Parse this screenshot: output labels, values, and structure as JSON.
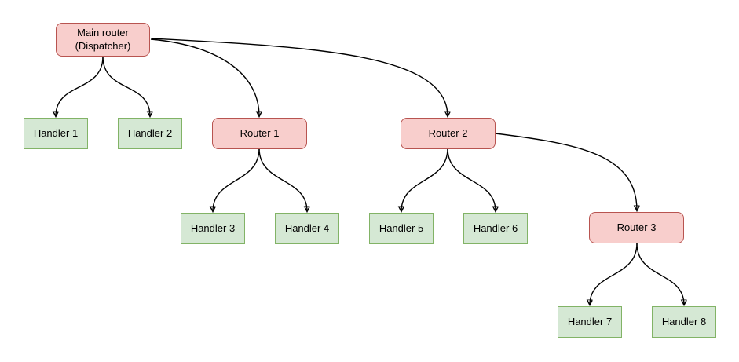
{
  "diagram": {
    "background_color": "#ffffff",
    "colors": {
      "router_fill": "#f8cecc",
      "router_border": "#b85450",
      "handler_fill": "#d5e8d4",
      "handler_border": "#82b366",
      "edge": "#000000",
      "text": "#000000"
    },
    "nodes": [
      {
        "id": "main-router",
        "label": "Main router\n(Dispatcher)",
        "type": "router"
      },
      {
        "id": "handler-1",
        "label": "Handler 1",
        "type": "handler"
      },
      {
        "id": "handler-2",
        "label": "Handler 2",
        "type": "handler"
      },
      {
        "id": "router-1",
        "label": "Router 1",
        "type": "router"
      },
      {
        "id": "router-2",
        "label": "Router 2",
        "type": "router"
      },
      {
        "id": "handler-3",
        "label": "Handler 3",
        "type": "handler"
      },
      {
        "id": "handler-4",
        "label": "Handler 4",
        "type": "handler"
      },
      {
        "id": "handler-5",
        "label": "Handler 5",
        "type": "handler"
      },
      {
        "id": "handler-6",
        "label": "Handler 6",
        "type": "handler"
      },
      {
        "id": "router-3",
        "label": "Router 3",
        "type": "router"
      },
      {
        "id": "handler-7",
        "label": "Handler 7",
        "type": "handler"
      },
      {
        "id": "handler-8",
        "label": "Handler 8",
        "type": "handler"
      }
    ],
    "edges": [
      {
        "from": "main-router",
        "to": "handler-1"
      },
      {
        "from": "main-router",
        "to": "handler-2"
      },
      {
        "from": "main-router",
        "to": "router-1"
      },
      {
        "from": "main-router",
        "to": "router-2"
      },
      {
        "from": "router-1",
        "to": "handler-3"
      },
      {
        "from": "router-1",
        "to": "handler-4"
      },
      {
        "from": "router-2",
        "to": "handler-5"
      },
      {
        "from": "router-2",
        "to": "handler-6"
      },
      {
        "from": "router-2",
        "to": "router-3"
      },
      {
        "from": "router-3",
        "to": "handler-7"
      },
      {
        "from": "router-3",
        "to": "handler-8"
      }
    ]
  }
}
